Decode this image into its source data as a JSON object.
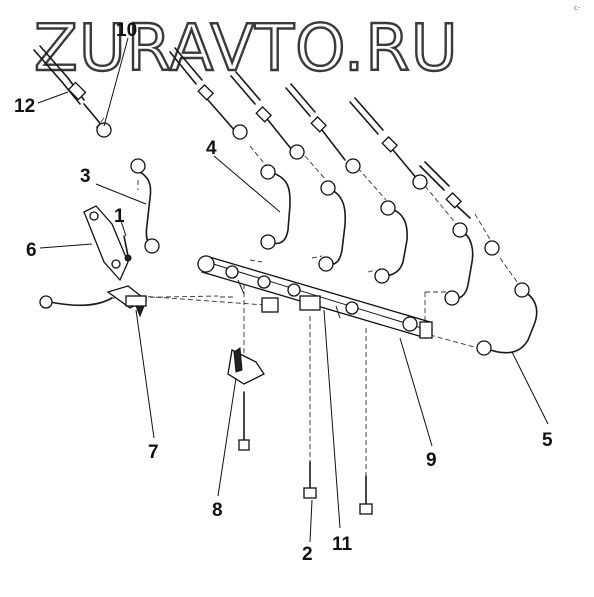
{
  "watermark": {
    "text": "ZURAVTO.RU"
  },
  "corner_mark": "c-",
  "callouts": [
    {
      "id": "1",
      "label": "1"
    },
    {
      "id": "2",
      "label": "2"
    },
    {
      "id": "3",
      "label": "3"
    },
    {
      "id": "4",
      "label": "4"
    },
    {
      "id": "5",
      "label": "5"
    },
    {
      "id": "6",
      "label": "6"
    },
    {
      "id": "7",
      "label": "7"
    },
    {
      "id": "8",
      "label": "8"
    },
    {
      "id": "9",
      "label": "9"
    },
    {
      "id": "10",
      "label": "10"
    },
    {
      "id": "11",
      "label": "11"
    },
    {
      "id": "12",
      "label": "12"
    }
  ],
  "colors": {
    "line": "#1a1a1a",
    "background": "#ffffff",
    "watermark_outline": "#3a3a3a"
  }
}
